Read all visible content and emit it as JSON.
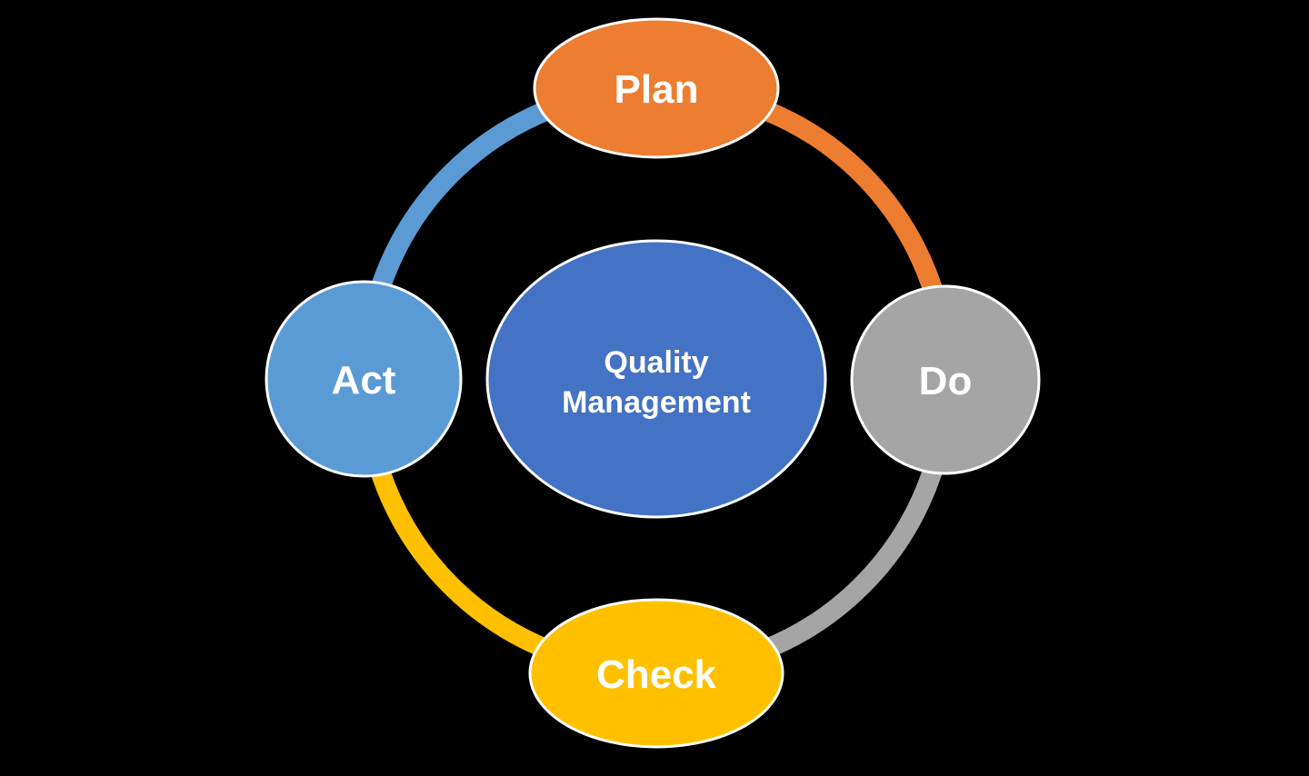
{
  "canvas": {
    "background": "#000000"
  },
  "diagram": {
    "type": "cycle",
    "title": "Quality Management PDCA cycle",
    "center": {
      "label": "Quality Management",
      "lines": [
        "Quality",
        "Management"
      ],
      "color": "#4472C4"
    },
    "nodes": [
      {
        "id": "plan",
        "label": "Plan",
        "color": "#ED7D31",
        "position": "top"
      },
      {
        "id": "do",
        "label": "Do",
        "color": "#A5A5A5",
        "position": "right"
      },
      {
        "id": "check",
        "label": "Check",
        "color": "#FFC000",
        "position": "bottom"
      },
      {
        "id": "act",
        "label": "Act",
        "color": "#5B9BD5",
        "position": "left"
      }
    ],
    "arcs": [
      {
        "id": "arc-act-plan",
        "from": "act",
        "to": "plan",
        "color": "#5B9BD5"
      },
      {
        "id": "arc-plan-do",
        "from": "plan",
        "to": "do",
        "color": "#ED7D31"
      },
      {
        "id": "arc-do-check",
        "from": "do",
        "to": "check",
        "color": "#A5A5A5"
      },
      {
        "id": "arc-check-act",
        "from": "check",
        "to": "act",
        "color": "#FFC000"
      }
    ]
  }
}
